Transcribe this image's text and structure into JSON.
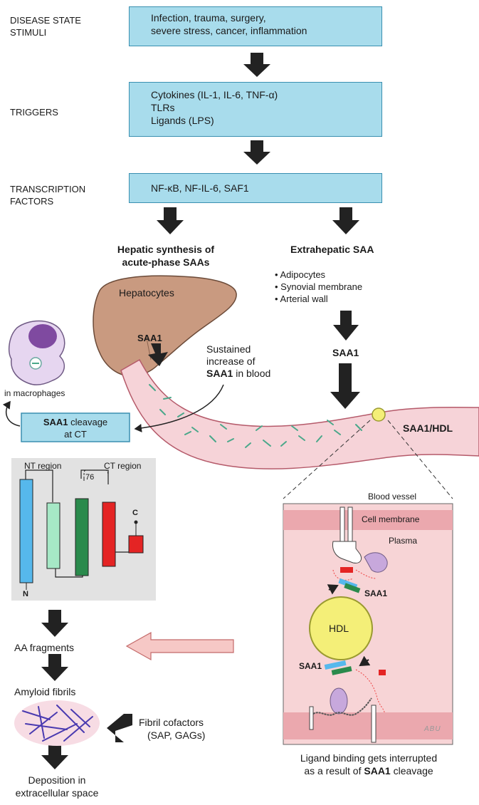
{
  "stages": {
    "stimuli": {
      "label_line1": "DISEASE STATE",
      "label_line2": "STIMULI",
      "box_line1": "Infection, trauma, surgery,",
      "box_line2": "severe stress, cancer, inflammation"
    },
    "triggers": {
      "label": "TRIGGERS",
      "box_line1": "Cytokines  (IL-1, IL-6, TNF-α)",
      "box_line2": "TLRs",
      "box_line3": "Ligands  (LPS)"
    },
    "transcription": {
      "label_line1": "TRANSCRIPTION",
      "label_line2": "FACTORS",
      "box_line1": "NF-κB, NF-IL-6, SAF1"
    }
  },
  "hepatic": {
    "title_line1": "Hepatic synthesis of",
    "title_line2": "acute-phase SAAs",
    "hepatocytes": "Hepatocytes",
    "saa1": "SAA1"
  },
  "extrahepatic": {
    "title": "Extrahepatic SAA",
    "bullets": [
      "Adipocytes",
      "Synovial membrane",
      "Arterial wall"
    ],
    "saa1": "SAA1"
  },
  "blood": {
    "sustained_line1": "Sustained",
    "sustained_line2": "increase of",
    "sustained_line3_bold": "SAA1",
    "sustained_line3_rest": " in blood",
    "saa1_hdl": "SAA1/HDL"
  },
  "macrophage": {
    "label": "in macrophages"
  },
  "cleavage": {
    "bold": "SAA1",
    "rest": "  cleavage",
    "line2": "at CT"
  },
  "structure": {
    "nt_region": "NT region",
    "ct_region": "CT region",
    "residue": "76",
    "n_term": "N",
    "c_term": "C"
  },
  "pathway": {
    "aa_fragments": "AA fragments",
    "amyloid_fibrils": "Amyloid fibrils",
    "cofactors_line1": "Fibril cofactors",
    "cofactors_line2": "(SAP, GAGs)",
    "deposition_line1": "Deposition in",
    "deposition_line2": "extracellular space"
  },
  "inset": {
    "blood_vessel": "Blood vessel",
    "cell_membrane": "Cell membrane",
    "plasma": "Plasma",
    "hdl": "HDL",
    "saa1_top": "SAA1",
    "saa1_bottom": "SAA1",
    "credit": "ABU"
  },
  "caption": {
    "line1": "Ligand binding gets interrupted",
    "line2_prefix": "as a result of ",
    "line2_bold": "SAA1",
    "line2_suffix": " cleavage"
  },
  "colors": {
    "box_fill": "#a8dcec",
    "box_border": "#3a8fb0",
    "liver": "#c99a80",
    "vessel": "#f6d3d8",
    "inset_bg": "#f7d4d6",
    "hdl": "#f4ef78"
  }
}
